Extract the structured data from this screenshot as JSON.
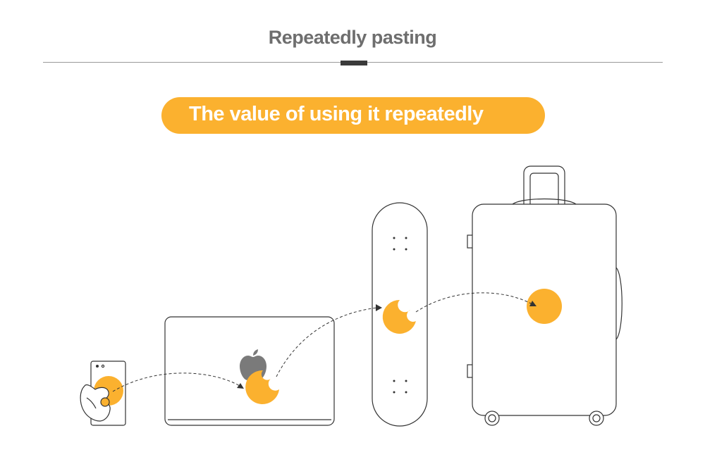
{
  "header": {
    "title": "Repeatedly pasting"
  },
  "banner": {
    "text": "The value of using it repeatedly"
  },
  "colors": {
    "accent": "#fbb12f",
    "title_text": "#6e6e6e",
    "rule": "#9a9a9a",
    "rule_mark": "#3a3a3a",
    "outline": "#333333"
  },
  "illustration": {
    "items": [
      "phone-icon",
      "laptop-icon",
      "apple-logo-icon",
      "skateboard-icon",
      "suitcase-icon"
    ],
    "sticker_count": 4
  }
}
